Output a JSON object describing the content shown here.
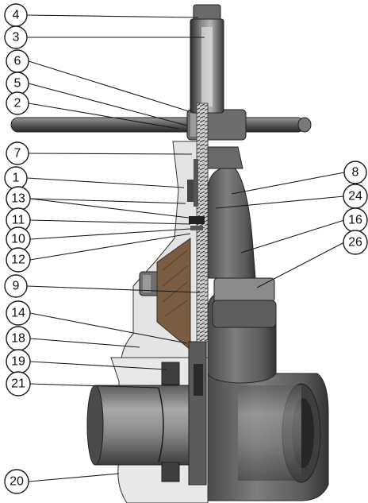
{
  "callouts": [
    {
      "id": "c4",
      "label": "4"
    },
    {
      "id": "c3",
      "label": "3"
    },
    {
      "id": "c6",
      "label": "6"
    },
    {
      "id": "c5",
      "label": "5"
    },
    {
      "id": "c2",
      "label": "2"
    },
    {
      "id": "c7",
      "label": "7"
    },
    {
      "id": "c1",
      "label": "1"
    },
    {
      "id": "c13",
      "label": "13"
    },
    {
      "id": "c11",
      "label": "11"
    },
    {
      "id": "c10",
      "label": "10"
    },
    {
      "id": "c12",
      "label": "12"
    },
    {
      "id": "c9",
      "label": "9"
    },
    {
      "id": "c14",
      "label": "14"
    },
    {
      "id": "c18",
      "label": "18"
    },
    {
      "id": "c19",
      "label": "19"
    },
    {
      "id": "c21",
      "label": "21"
    },
    {
      "id": "c20",
      "label": "20"
    },
    {
      "id": "c8",
      "label": "8"
    },
    {
      "id": "c24",
      "label": "24"
    },
    {
      "id": "c16",
      "label": "16"
    },
    {
      "id": "c26",
      "label": "26"
    }
  ],
  "colors": {
    "metal_dark": "#3a3a3a",
    "metal_mid": "#7a7a7a",
    "metal_light": "#c8c8c8",
    "cutaway": "#e6e6e6",
    "packing": "#8a6a4a",
    "outline": "#1a1a1a"
  }
}
